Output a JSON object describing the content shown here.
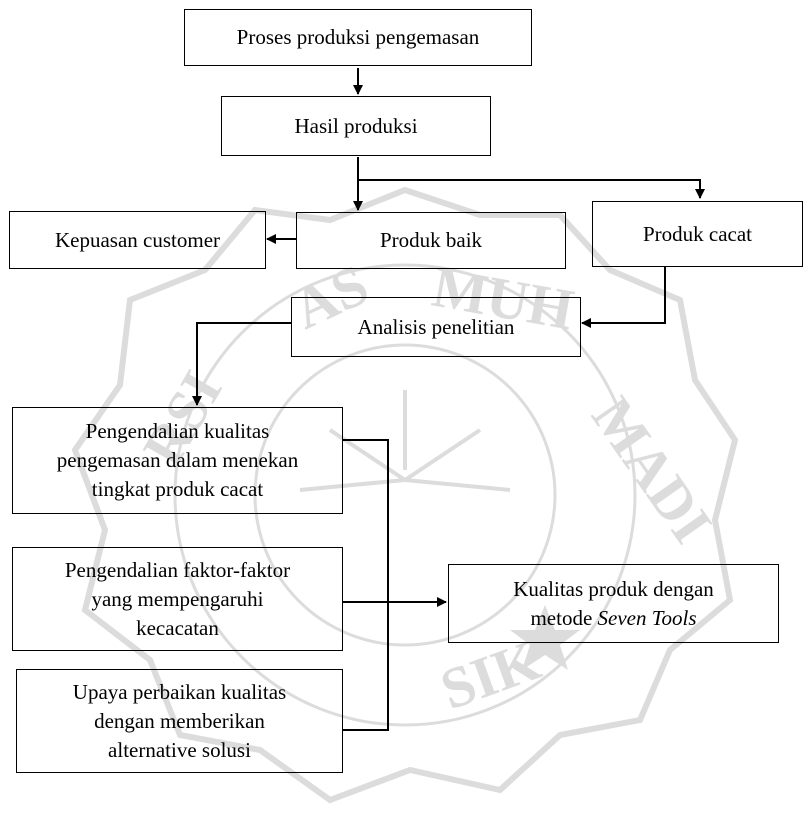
{
  "nodes": {
    "proses": "Proses produksi pengemasan",
    "hasil": "Hasil produksi",
    "kepuasan": "Kepuasan customer",
    "baik": "Produk baik",
    "cacat": "Produk cacat",
    "analisis": "Analisis penelitian",
    "pengendalian_kualitas": [
      "Pengendalian kualitas",
      "pengemasan dalam menekan",
      "tingkat produk cacat"
    ],
    "pengendalian_faktor": [
      "Pengendalian faktor-faktor",
      "yang mempengaruhi",
      "kecacatan"
    ],
    "upaya": [
      "Upaya perbaikan kualitas",
      "dengan memberikan",
      "alternative solusi"
    ],
    "kualitas_line1": "Kualitas produk dengan",
    "kualitas_line2_prefix": "metode ",
    "kualitas_line2_italic": "Seven Tools"
  },
  "watermark_text": "MUHAMMADIYAH GRESIK",
  "colors": {
    "line": "#000000",
    "watermark": "#d9d9d9"
  }
}
